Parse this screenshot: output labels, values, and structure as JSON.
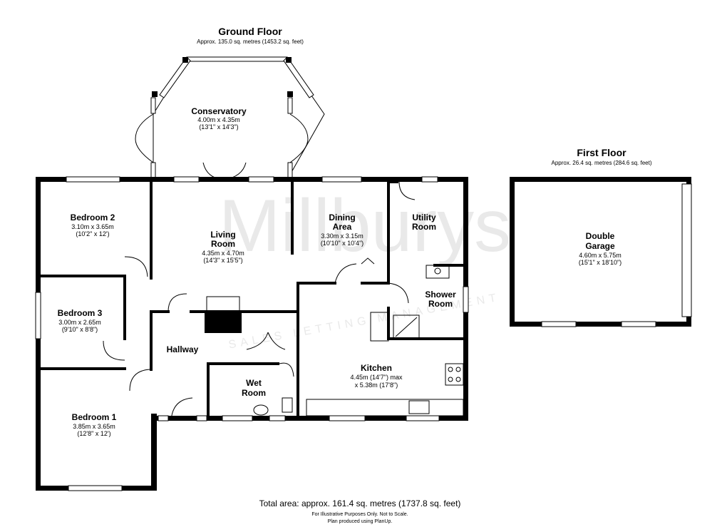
{
  "ground_floor": {
    "title": "Ground Floor",
    "area": "Approx. 135.0 sq. metres (1453.2 sq. feet)"
  },
  "first_floor": {
    "title": "First Floor",
    "area": "Approx. 26.4 sq. metres (284.6 sq. feet)"
  },
  "rooms": {
    "conservatory": {
      "name": "Conservatory",
      "dim_m": "4.00m x 4.35m",
      "dim_ft": "(13'1\" x 14'3\")"
    },
    "bedroom2": {
      "name": "Bedroom 2",
      "dim_m": "3.10m x 3.65m",
      "dim_ft": "(10'2\" x 12')"
    },
    "living_l1": "Living",
    "living_l2": "Room",
    "living": {
      "dim_m": "4.35m x 4.70m",
      "dim_ft": "(14'3\" x 15'5\")"
    },
    "dining_l1": "Dining",
    "dining_l2": "Area",
    "dining": {
      "dim_m": "3.30m x 3.15m",
      "dim_ft": "(10'10\" x 10'4\")"
    },
    "utility_l1": "Utility",
    "utility_l2": "Room",
    "shower_l1": "Shower",
    "shower_l2": "Room",
    "bedroom3": {
      "name": "Bedroom 3",
      "dim_m": "3.00m x 2.65m",
      "dim_ft": "(9'10\" x 8'8\")"
    },
    "hallway": "Hallway",
    "kitchen": {
      "name": "Kitchen",
      "dim_1": "4.45m (14'7\") max",
      "dim_2": "x 5.38m (17'8\")"
    },
    "wet_l1": "Wet",
    "wet_l2": "Room",
    "bedroom1": {
      "name": "Bedroom 1",
      "dim_m": "3.85m x 3.65m",
      "dim_ft": "(12'8\" x 12')"
    },
    "garage_l1": "Double",
    "garage_l2": "Garage",
    "garage": {
      "dim_m": "4.60m x 5.75m",
      "dim_ft": "(15'1\" x 18'10\")"
    }
  },
  "footer": {
    "total": "Total area: approx. 161.4 sq. metres (1737.8 sq. feet)",
    "note1": "For Illustrative Purposes Only. Not to Scale.",
    "note2": "Plan produced using PlanUp."
  },
  "watermark": {
    "brand": "Millburys",
    "tagline": "SALES LETTING MANAGEMENT"
  }
}
